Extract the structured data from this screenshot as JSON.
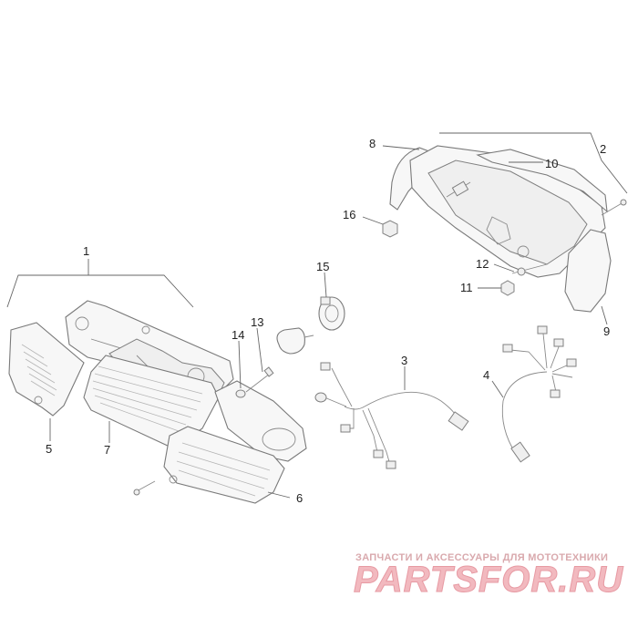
{
  "callouts": {
    "n1": "1",
    "n2": "2",
    "n3": "3",
    "n4": "4",
    "n5": "5",
    "n6": "6",
    "n7": "7",
    "n8": "8",
    "n9": "9",
    "n10": "10",
    "n11": "11",
    "n12": "12",
    "n13": "13",
    "n14": "14",
    "n15": "15",
    "n16": "16"
  },
  "watermark": {
    "tagline": "ЗАПЧАСТИ И АКСЕССУАРЫ ДЛЯ МОТОТЕХНИКИ",
    "brand": "PARTSFOR.RU",
    "color": "#f2b9bf"
  }
}
